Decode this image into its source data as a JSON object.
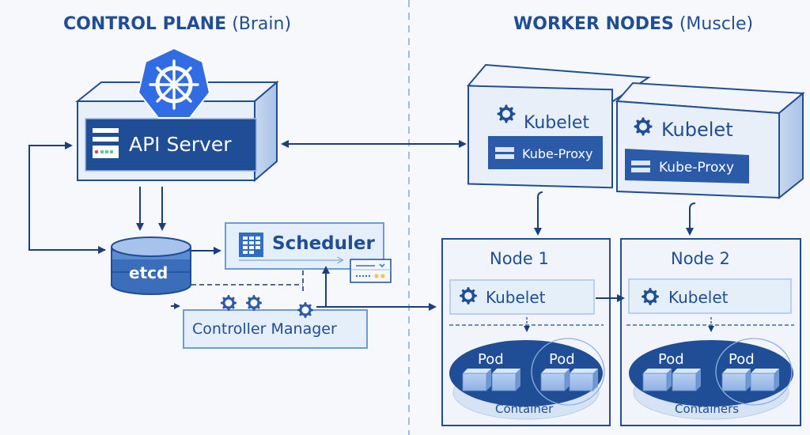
{
  "titles": {
    "control_plane": "CONTROL PLANE",
    "control_plane_sub": "(Brain)",
    "worker_nodes": "WORKER NODES",
    "worker_nodes_sub": "(Muscle)"
  },
  "control_plane": {
    "api_server": "API Server",
    "etcd": "etcd",
    "scheduler": "Scheduler",
    "controller_manager": "Controller Manager"
  },
  "worker_boxes": [
    {
      "kubelet": "Kubelet",
      "proxy": "Kube-Proxy"
    },
    {
      "kubelet": "Kubelet",
      "proxy": "Kube-Proxy"
    }
  ],
  "nodes": [
    {
      "name": "Node 1",
      "kubelet": "Kubelet",
      "pods": [
        "Pod",
        "Pod"
      ],
      "caption": "Container"
    },
    {
      "name": "Node 2",
      "kubelet": "Kubelet",
      "pods": [
        "Pod",
        "Pod"
      ],
      "caption": "Containers"
    }
  ],
  "colors": {
    "navy": "#1f4e96",
    "dark_navy": "#1a3f7e",
    "k8s_blue": "#326ce5",
    "light_panel": "#e8f0fa",
    "divider": "#9dbde6"
  }
}
